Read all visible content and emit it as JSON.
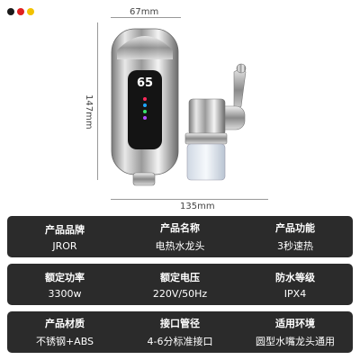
{
  "colors": {
    "dot_1": "#1a1a1a",
    "dot_2": "#e02020",
    "dot_3": "#f2c200",
    "panel": "#2b2b2b"
  },
  "dimensions": {
    "width_top": "67mm",
    "height_side": "147mm",
    "width_bottom": "135mm"
  },
  "display_readout": "65",
  "specs": [
    [
      {
        "label": "产品品牌",
        "value": "JROR"
      },
      {
        "label": "产品名称",
        "value": "电热水龙头"
      },
      {
        "label": "产品功能",
        "value": "3秒速热"
      }
    ],
    [
      {
        "label": "额定功率",
        "value": "3300w"
      },
      {
        "label": "额定电压",
        "value": "220V/50Hz"
      },
      {
        "label": "防水等级",
        "value": "IPX4"
      }
    ],
    [
      {
        "label": "产品材质",
        "value": "不锈钢+ABS"
      },
      {
        "label": "接口管径",
        "value": "4-6分标准接口"
      },
      {
        "label": "适用环境",
        "value": "圆型水嘴龙头通用"
      }
    ]
  ]
}
